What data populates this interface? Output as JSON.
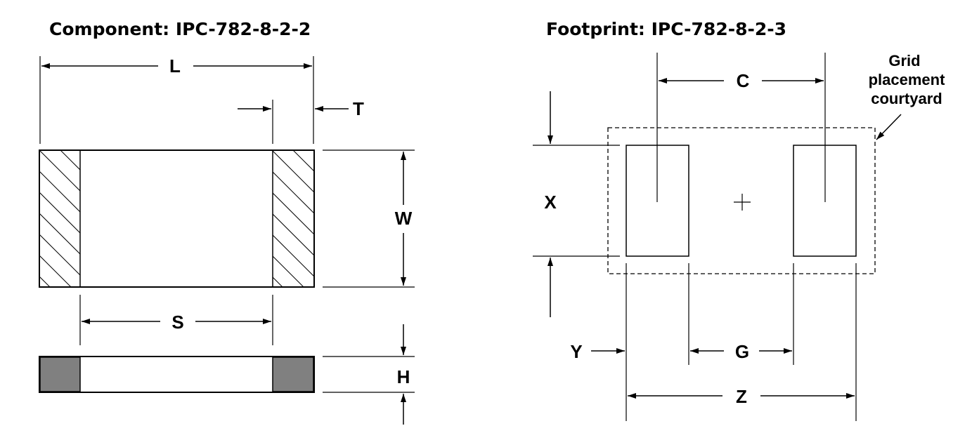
{
  "component": {
    "title": "Component: IPC-782-8-2-2",
    "labels": {
      "L": "L",
      "T": "T",
      "W": "W",
      "S": "S",
      "H": "H"
    }
  },
  "footprint": {
    "title": "Footprint: IPC-782-8-2-3",
    "labels": {
      "C": "C",
      "X": "X",
      "Y": "Y",
      "G": "G",
      "Z": "Z"
    },
    "courtyard_note": [
      "Grid",
      "placement",
      "courtyard"
    ]
  }
}
